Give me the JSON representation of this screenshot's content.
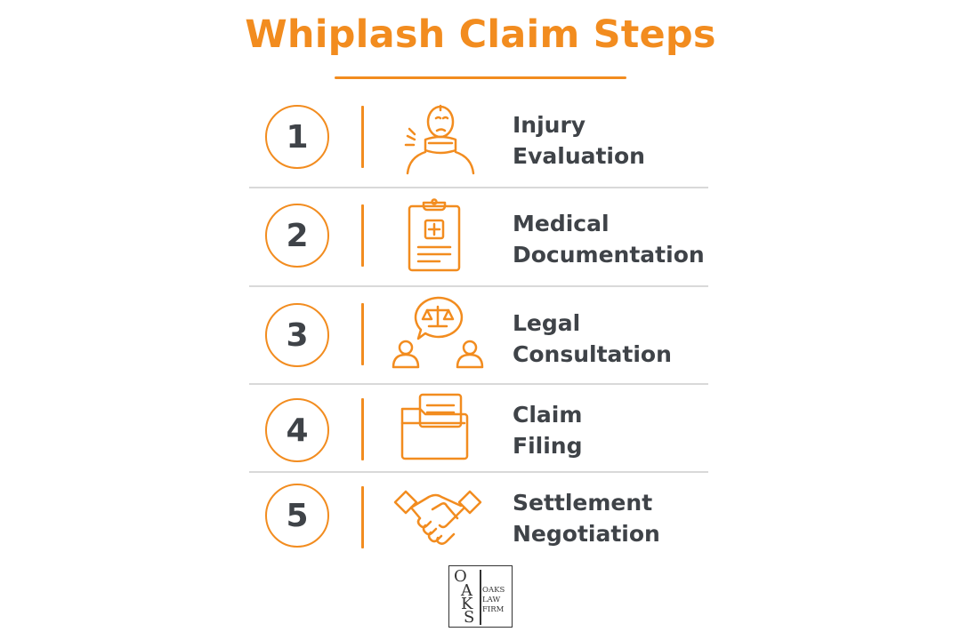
{
  "title": "Whiplash Claim Steps",
  "colors": {
    "accent": "#f28c1f",
    "text": "#3f4348",
    "divider": "#d9d9d9"
  },
  "steps": [
    {
      "number": "1",
      "label_line1": "Injury",
      "label_line2": "Evaluation",
      "icon": "injured-person-neck-brace-icon"
    },
    {
      "number": "2",
      "label_line1": "Medical",
      "label_line2": "Documentation",
      "icon": "clipboard-medical-icon"
    },
    {
      "number": "3",
      "label_line1": "Legal",
      "label_line2": "Consultation",
      "icon": "legal-consultation-scales-icon"
    },
    {
      "number": "4",
      "label_line1": "Claim",
      "label_line2": "Filing",
      "icon": "folder-document-icon"
    },
    {
      "number": "5",
      "label_line1": "Settlement",
      "label_line2": "Negotiation",
      "icon": "handshake-icon"
    }
  ],
  "logo": {
    "letters": [
      "O",
      "A",
      "K",
      "S"
    ],
    "words": [
      "OAKS",
      "LAW",
      "FIRM"
    ]
  }
}
